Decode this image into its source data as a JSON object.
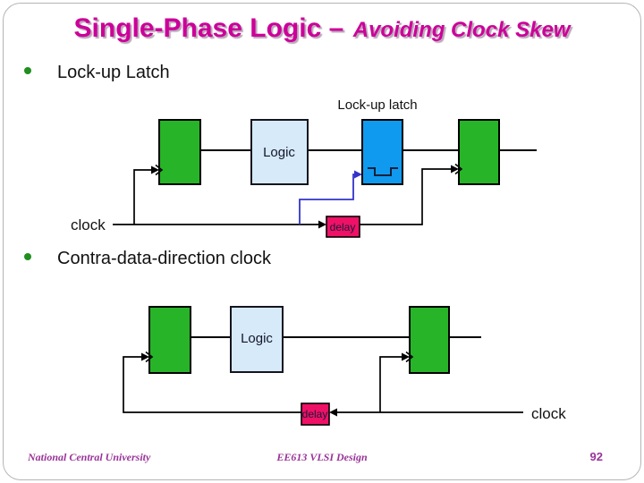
{
  "slide": {
    "title": {
      "main": "Single-Phase Logic –",
      "sub": "Avoiding Clock Skew"
    },
    "bullets": [
      {
        "label": "Lock-up Latch"
      },
      {
        "label": "Contra-data-direction clock"
      }
    ],
    "diagram1": {
      "caption": "Lock-up latch",
      "logic_label": "Logic",
      "delay_label": "delay",
      "clock_label": "clock"
    },
    "diagram2": {
      "logic_label": "Logic",
      "delay_label": "delay",
      "clock_label": "clock"
    },
    "footer": {
      "left": "National Central University",
      "center": "EE613 VLSI Design",
      "page": "92"
    },
    "colors": {
      "title": "#cc0099",
      "latch-green": "#28b428",
      "latch-blue": "#0f9af0",
      "logic-fill": "#d6eafa",
      "delay-fill": "#ee1166",
      "wire-blue": "#3333cc",
      "bullet-green": "#1f8f1f",
      "footer-purple": "#993399"
    }
  }
}
